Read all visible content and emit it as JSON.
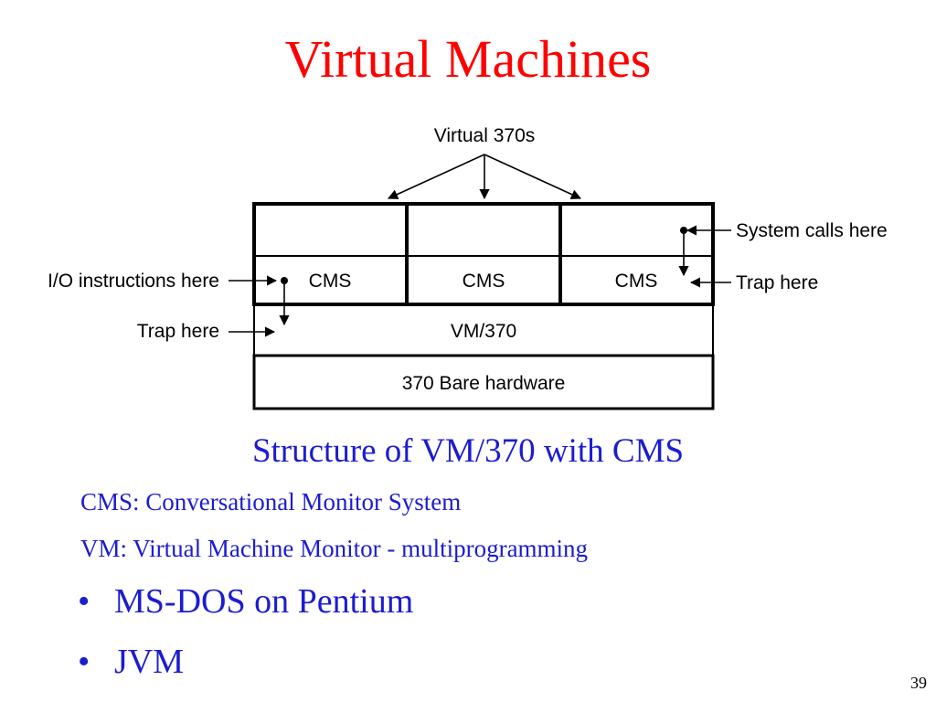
{
  "colors": {
    "title": "#ff0000",
    "body_text": "#1c1cd0",
    "diagram": "#000000"
  },
  "title": "Virtual Machines",
  "diagram": {
    "top_label": "Virtual 370s",
    "cms_label": "CMS",
    "vm_label": "VM/370",
    "hardware_label": "370 Bare hardware",
    "annotations": {
      "system_calls": "System calls here",
      "trap_right": "Trap here",
      "io_instructions": "I/O instructions here",
      "trap_left": "Trap here"
    }
  },
  "caption": "Structure of VM/370 with CMS",
  "definitions": [
    "CMS: Conversational Monitor System",
    "VM: Virtual Machine Monitor - multiprogramming"
  ],
  "bullets": [
    {
      "symbol": "•",
      "text": "MS-DOS on Pentium"
    },
    {
      "symbol": "•",
      "text": "JVM"
    }
  ],
  "page_number": "39"
}
